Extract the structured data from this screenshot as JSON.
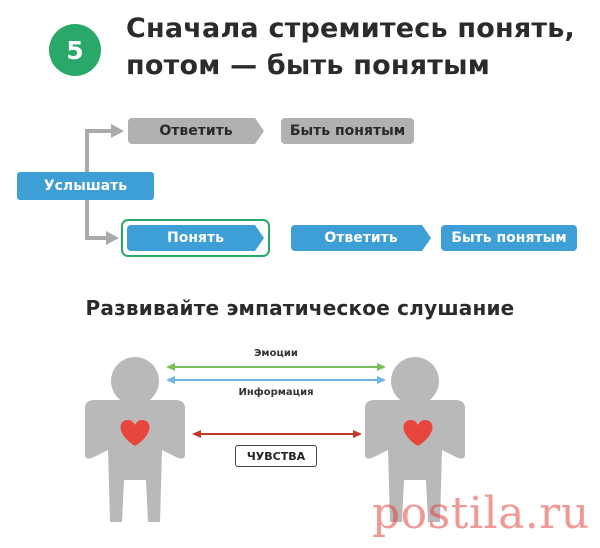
{
  "header": {
    "number": "5",
    "title_line1": "Сначала стремитесь понять,",
    "title_line2": "потом — быть понятым"
  },
  "flow": {
    "start": "Услышать",
    "top_row": [
      "Ответить",
      "Быть понятым"
    ],
    "bottom_row": [
      "Понять",
      "Ответить",
      "Быть понятым"
    ]
  },
  "section_title": "Развивайте эмпатическое слушание",
  "empathy": {
    "emotions": "Эмоции",
    "information": "Информация",
    "feelings": "ЧУВСТВА"
  },
  "watermark": "postila.ru",
  "colors": {
    "badge_green": "#2aa86a",
    "box_blue": "#3d9fd6",
    "box_gray": "#b0b1b3",
    "emotions_line": "#7bbf5a",
    "information_line": "#6fb6e6",
    "feelings_line": "#c0392b",
    "heart": "#e8453c",
    "figure": "#b9b9b9"
  }
}
